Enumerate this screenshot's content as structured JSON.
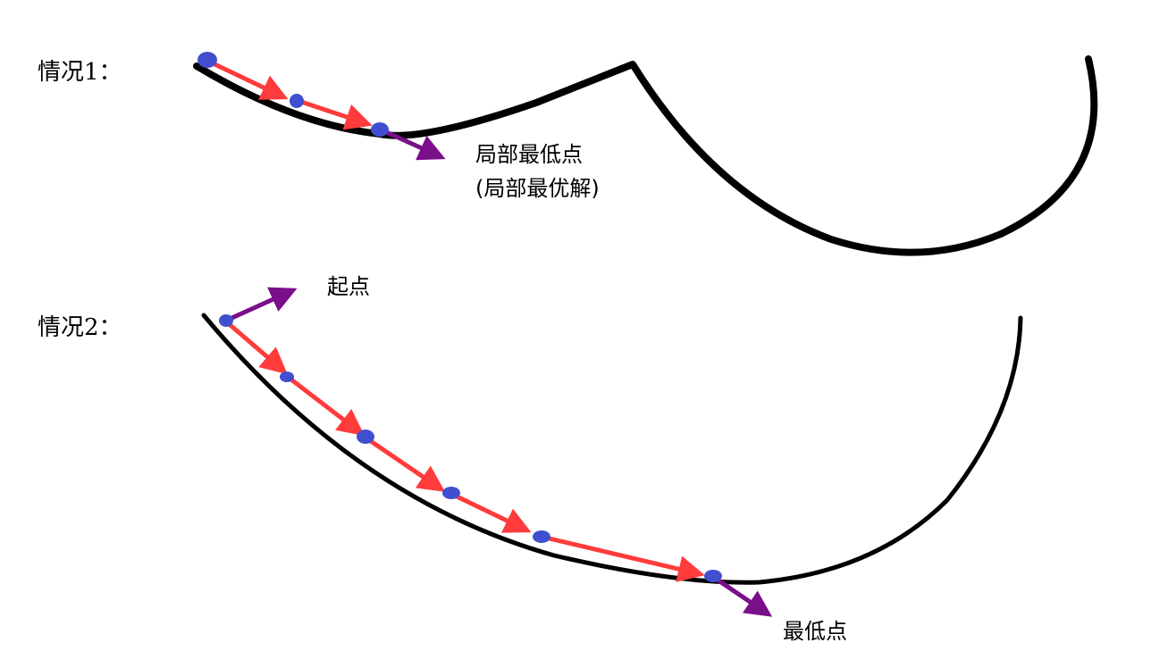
{
  "case1": {
    "label": "情况1：",
    "annotation_line1": "局部最低点",
    "annotation_line2": "(局部最优解)"
  },
  "case2": {
    "label": "情况2：",
    "start_label": "起点",
    "min_label": "最低点"
  },
  "colors": {
    "curve": "#000000",
    "step_arrow": "#ff3b3b",
    "point": "#3f4fcf",
    "pointer_arrow": "#7a0f8a"
  }
}
